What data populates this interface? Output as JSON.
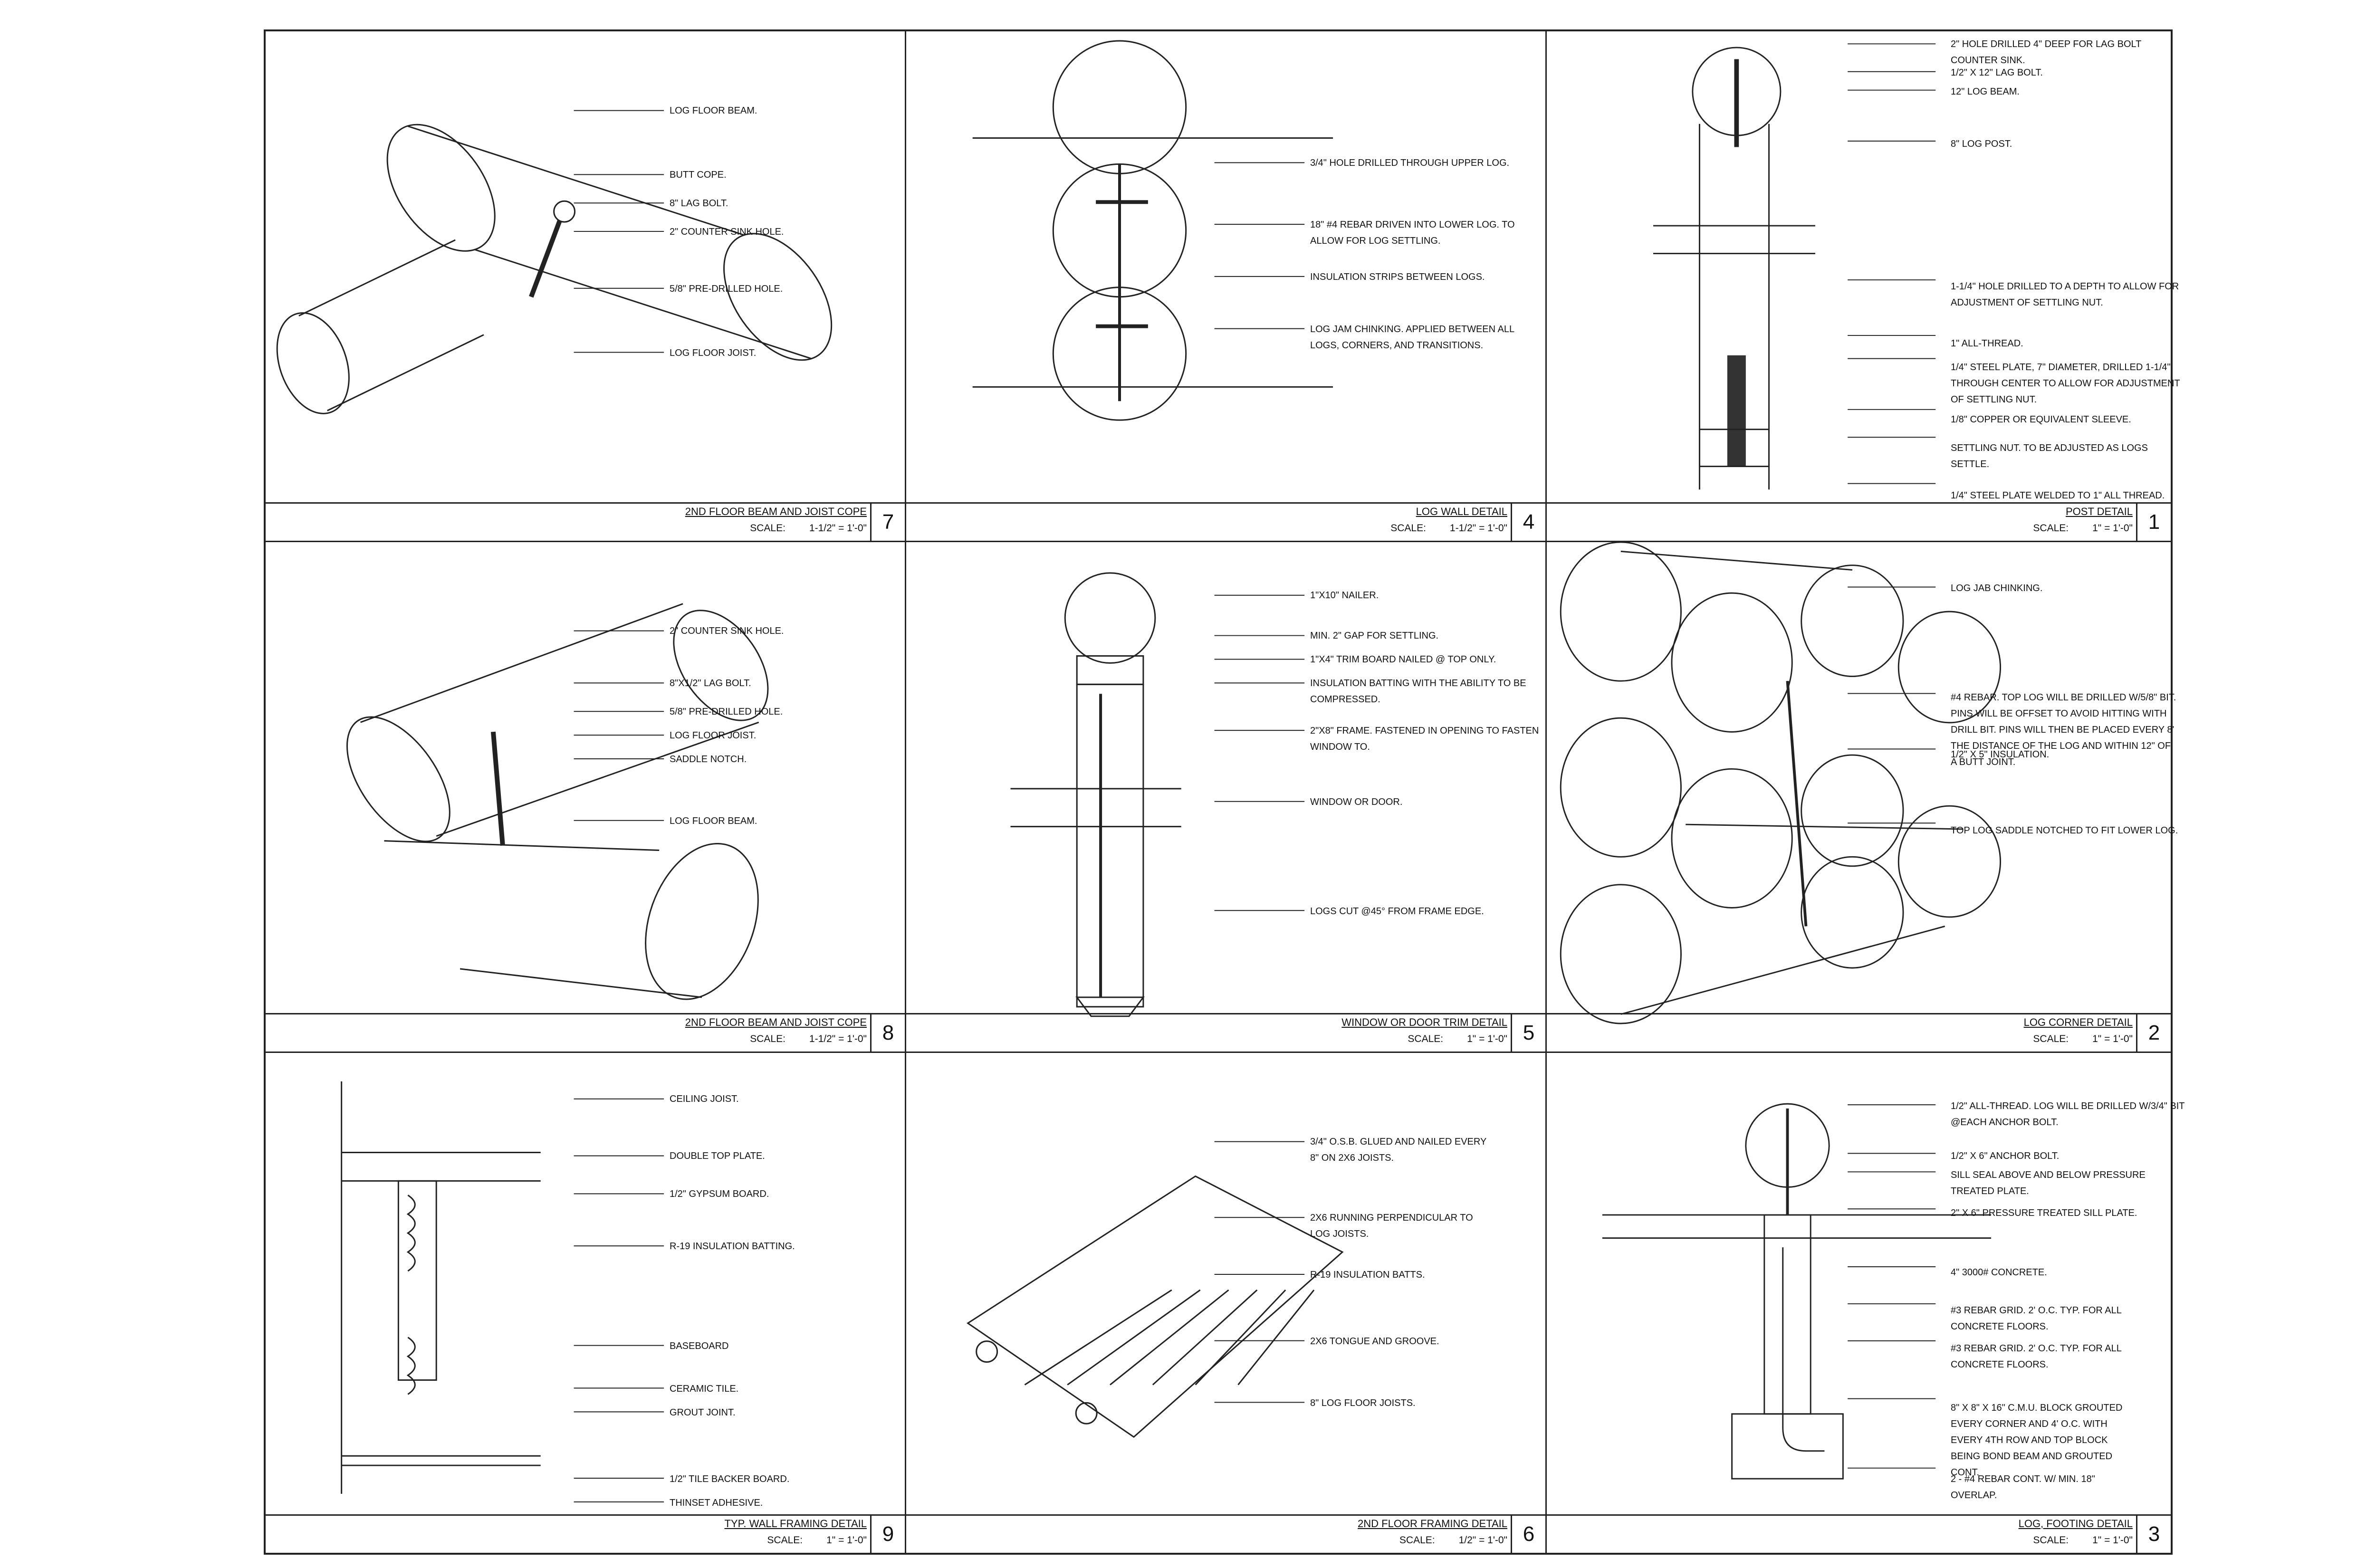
{
  "sheet": {
    "panels": [
      {
        "title": "2ND FLOOR BEAM AND JOIST COPE",
        "scale_label": "SCALE:",
        "scale_value": "1-1/2\" = 1'-0\"",
        "number": "7",
        "callouts": [
          {
            "lines": [
              "LOG FLOOR BEAM."
            ]
          },
          {
            "lines": [
              "BUTT COPE."
            ]
          },
          {
            "lines": [
              "8\" LAG BOLT."
            ]
          },
          {
            "lines": [
              "2\" COUNTER SINK HOLE."
            ]
          },
          {
            "lines": [
              "5/8\" PRE-DRILLED HOLE."
            ]
          },
          {
            "lines": [
              "LOG FLOOR JOIST."
            ]
          }
        ]
      },
      {
        "title": "LOG WALL DETAIL",
        "scale_label": "SCALE:",
        "scale_value": "1-1/2\" = 1'-0\"",
        "number": "4",
        "callouts": [
          {
            "lines": [
              "3/4\" HOLE DRILLED THROUGH UPPER LOG."
            ]
          },
          {
            "lines": [
              "18\" #4 REBAR DRIVEN INTO LOWER LOG. TO",
              "ALLOW FOR LOG SETTLING."
            ]
          },
          {
            "lines": [
              "INSULATION STRIPS BETWEEN LOGS."
            ]
          },
          {
            "lines": [
              "LOG JAM CHINKING. APPLIED BETWEEN ALL",
              "LOGS, CORNERS, AND TRANSITIONS."
            ]
          }
        ]
      },
      {
        "title": "POST DETAIL",
        "scale_label": "SCALE:",
        "scale_value": "1\" = 1'-0\"",
        "number": "1",
        "callouts": [
          {
            "lines": [
              "2\" HOLE DRILLED 4\" DEEP FOR LAG BOLT",
              "COUNTER SINK."
            ]
          },
          {
            "lines": [
              "1/2\" x 12\" LAG BOLT."
            ]
          },
          {
            "lines": [
              "12\" LOG BEAM."
            ]
          },
          {
            "lines": [
              "8\" LOG POST."
            ]
          },
          {
            "lines": [
              "1-1/4\" HOLE DRILLED TO A DEPTH TO ALLOW FOR",
              "ADJUSTMENT OF SETTLING NUT."
            ]
          },
          {
            "lines": [
              "1\" ALL-THREAD."
            ]
          },
          {
            "lines": [
              "1/4\" STEEL PLATE, 7\" DIAMETER, DRILLED 1-1/4\"",
              "THROUGH CENTER TO ALLOW FOR ADJUSTMENT",
              "OF SETTLING NUT."
            ]
          },
          {
            "lines": [
              "1/8\" COPPER OR EQUIVALENT SLEEVE."
            ]
          },
          {
            "lines": [
              "SETTLING NUT. TO BE ADJUSTED AS LOGS",
              "SETTLE."
            ]
          },
          {
            "lines": [
              "1/4\" STEEL PLATE WELDED TO 1\" ALL THREAD."
            ]
          }
        ]
      },
      {
        "title": "2ND FLOOR BEAM AND JOIST COPE",
        "scale_label": "SCALE:",
        "scale_value": "1-1/2\" = 1'-0\"",
        "number": "8",
        "callouts": [
          {
            "lines": [
              "2\" COUNTER SINK HOLE."
            ]
          },
          {
            "lines": [
              "8\"x1/2\" LAG BOLT."
            ]
          },
          {
            "lines": [
              "5/8\" PRE-DRILLED HOLE."
            ]
          },
          {
            "lines": [
              "LOG FLOOR JOIST."
            ]
          },
          {
            "lines": [
              "SADDLE NOTCH."
            ]
          },
          {
            "lines": [
              "LOG FLOOR BEAM."
            ]
          }
        ]
      },
      {
        "title": "WINDOW OR DOOR TRIM DETAIL",
        "scale_label": "SCALE:",
        "scale_value": "1\" = 1'-0\"",
        "number": "5",
        "callouts": [
          {
            "lines": [
              "1\"x10\" NAILER."
            ]
          },
          {
            "lines": [
              "MIN. 2\" GAP FOR SETTLING."
            ]
          },
          {
            "lines": [
              "1\"x4\" TRIM BOARD NAILED @ TOP ONLY."
            ]
          },
          {
            "lines": [
              "INSULATION BATTING WITH THE ABILITY TO BE",
              "COMPRESSED."
            ]
          },
          {
            "lines": [
              "2\"x8\" FRAME. FASTENED IN OPENING TO FASTEN",
              "WINDOW TO."
            ]
          },
          {
            "lines": [
              "WINDOW OR DOOR."
            ]
          },
          {
            "lines": [
              "LOGS CUT @45° FROM FRAME EDGE."
            ]
          }
        ]
      },
      {
        "title": "LOG CORNER DETAIL",
        "scale_label": "SCALE:",
        "scale_value": "1\" = 1'-0\"",
        "number": "2",
        "callouts": [
          {
            "lines": [
              "LOG JAB CHINKING."
            ]
          },
          {
            "lines": [
              "#4 REBAR. TOP LOG WILL BE DRILLED W/5/8\" BIT.",
              "PINS WILL BE OFFSET TO AVOID HITTING WITH",
              "DRILL BIT. PINS WILL THEN BE PLACED EVERY 8'",
              "THE DISTANCE OF THE LOG AND WITHIN 12\" OF",
              "A BUTT JOINT."
            ]
          },
          {
            "lines": [
              "1/2\" x 5\" INSULATION."
            ]
          },
          {
            "lines": [
              "TOP LOG SADDLE NOTCHED TO FIT LOWER LOG."
            ]
          }
        ]
      },
      {
        "title": "TYP. WALL FRAMING DETAIL",
        "scale_label": "SCALE:",
        "scale_value": "1\" = 1'-0\"",
        "number": "9",
        "callouts": [
          {
            "lines": [
              "CEILING JOIST."
            ]
          },
          {
            "lines": [
              "DOUBLE TOP PLATE."
            ]
          },
          {
            "lines": [
              "1/2\" GYPSUM BOARD."
            ]
          },
          {
            "lines": [
              "R-19 INSULATION BATTING."
            ]
          },
          {
            "lines": [
              "BASEBOARD"
            ]
          },
          {
            "lines": [
              "CERAMIC TILE."
            ]
          },
          {
            "lines": [
              "GROUT JOINT."
            ]
          },
          {
            "lines": [
              "1/2\" TILE BACKER BOARD."
            ]
          },
          {
            "lines": [
              "THINSET ADHESIVE."
            ]
          }
        ]
      },
      {
        "title": "2ND FLOOR FRAMING DETAIL",
        "scale_label": "SCALE:",
        "scale_value": "1/2\" = 1'-0\"",
        "number": "6",
        "callouts": [
          {
            "lines": [
              "3/4\" O.S.B. GLUED AND NAILED EVERY",
              "8\" ON 2x6 JOISTS."
            ]
          },
          {
            "lines": [
              "2x6 RUNNING PERPENDICULAR TO",
              "LOG JOISTS."
            ]
          },
          {
            "lines": [
              "R-19 INSULATION BATTS."
            ]
          },
          {
            "lines": [
              "2x6 TONGUE AND GROOVE."
            ]
          },
          {
            "lines": [
              "8\" LOG FLOOR JOISTS."
            ]
          }
        ]
      },
      {
        "title": "LOG, FOOTING DETAIL",
        "scale_label": "SCALE:",
        "scale_value": "1\" = 1'-0\"",
        "number": "3",
        "callouts": [
          {
            "lines": [
              "1/2\" ALL-THREAD. LOG WILL BE DRILLED W/3/4\" BIT",
              "@EACH ANCHOR BOLT."
            ]
          },
          {
            "lines": [
              "1/2\" x 6\" ANCHOR BOLT."
            ]
          },
          {
            "lines": [
              "SILL SEAL ABOVE AND BELOW PRESSURE",
              "TREATED PLATE."
            ]
          },
          {
            "lines": [
              "2\" x 6\" PRESSURE TREATED SILL PLATE."
            ]
          },
          {
            "lines": [
              "4\" 3000# CONCRETE."
            ]
          },
          {
            "lines": [
              "#3 REBAR GRID. 2' O.C. TYP. FOR ALL",
              "CONCRETE FLOORS."
            ]
          },
          {
            "lines": [
              "#3 REBAR GRID. 2' O.C. TYP. FOR ALL",
              "CONCRETE FLOORS."
            ]
          },
          {
            "lines": [
              "8\" x 8\" x 16\" C.M.U. BLOCK GROUTED",
              "EVERY CORNER AND 4' O.C. WITH",
              "EVERY 4TH ROW AND TOP BLOCK",
              "BEING BOND BEAM AND GROUTED",
              "CONT."
            ]
          },
          {
            "lines": [
              "2 - #4 REBAR CONT. W/ MIN. 18\"",
              "OVERLAP."
            ]
          }
        ]
      }
    ]
  }
}
